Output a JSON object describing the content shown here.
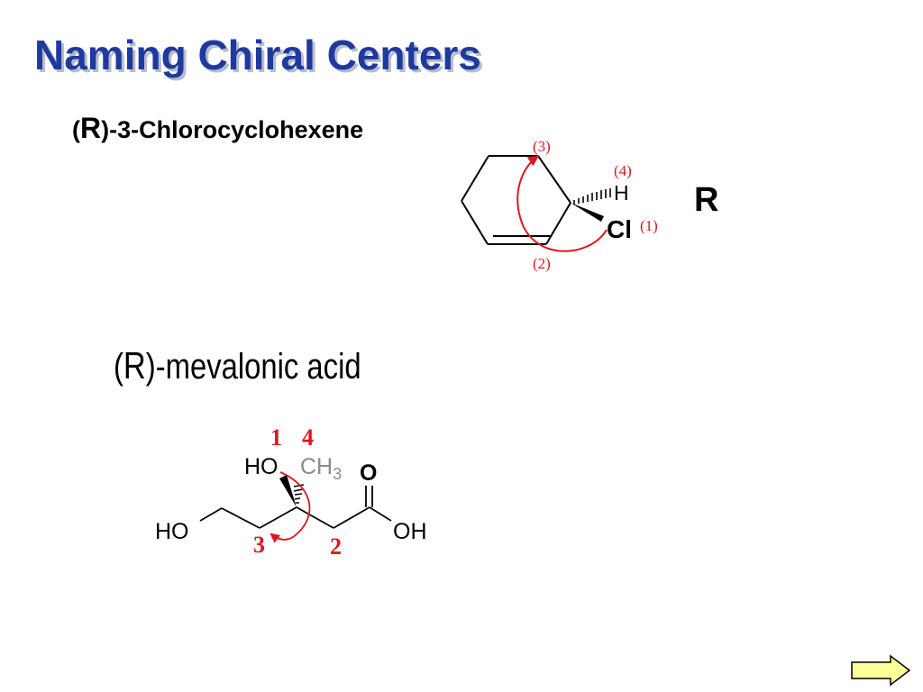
{
  "slide": {
    "title": "Naming Chiral Centers",
    "compound1": {
      "open_paren": "(",
      "config": "R",
      "rest": ")-3-Chlorocyclohexene",
      "labels": {
        "p3": "(3)",
        "p4": "(4)",
        "p2": "(2)",
        "p1": "(1)",
        "atom_h": "H",
        "atom_cl": "Cl",
        "result": "R"
      }
    },
    "compound2": {
      "open_paren": "(",
      "config": "R",
      "rest": ")-mevalonic acid",
      "labels": {
        "n1": "1",
        "n4": "4",
        "n3": "3",
        "n2": "2",
        "ho_top": "HO",
        "ch": "CH",
        "ch_sub": "3",
        "o": "O",
        "ho_left": "HO",
        "oh_right": "OH"
      }
    },
    "colors": {
      "title": "#1f3a9e",
      "priority_red": "#e0161e",
      "arrow_fill": "#ffff99",
      "methyl_gray": "#8a8a8a"
    },
    "nav": {
      "next_icon": "right-arrow-icon"
    }
  }
}
